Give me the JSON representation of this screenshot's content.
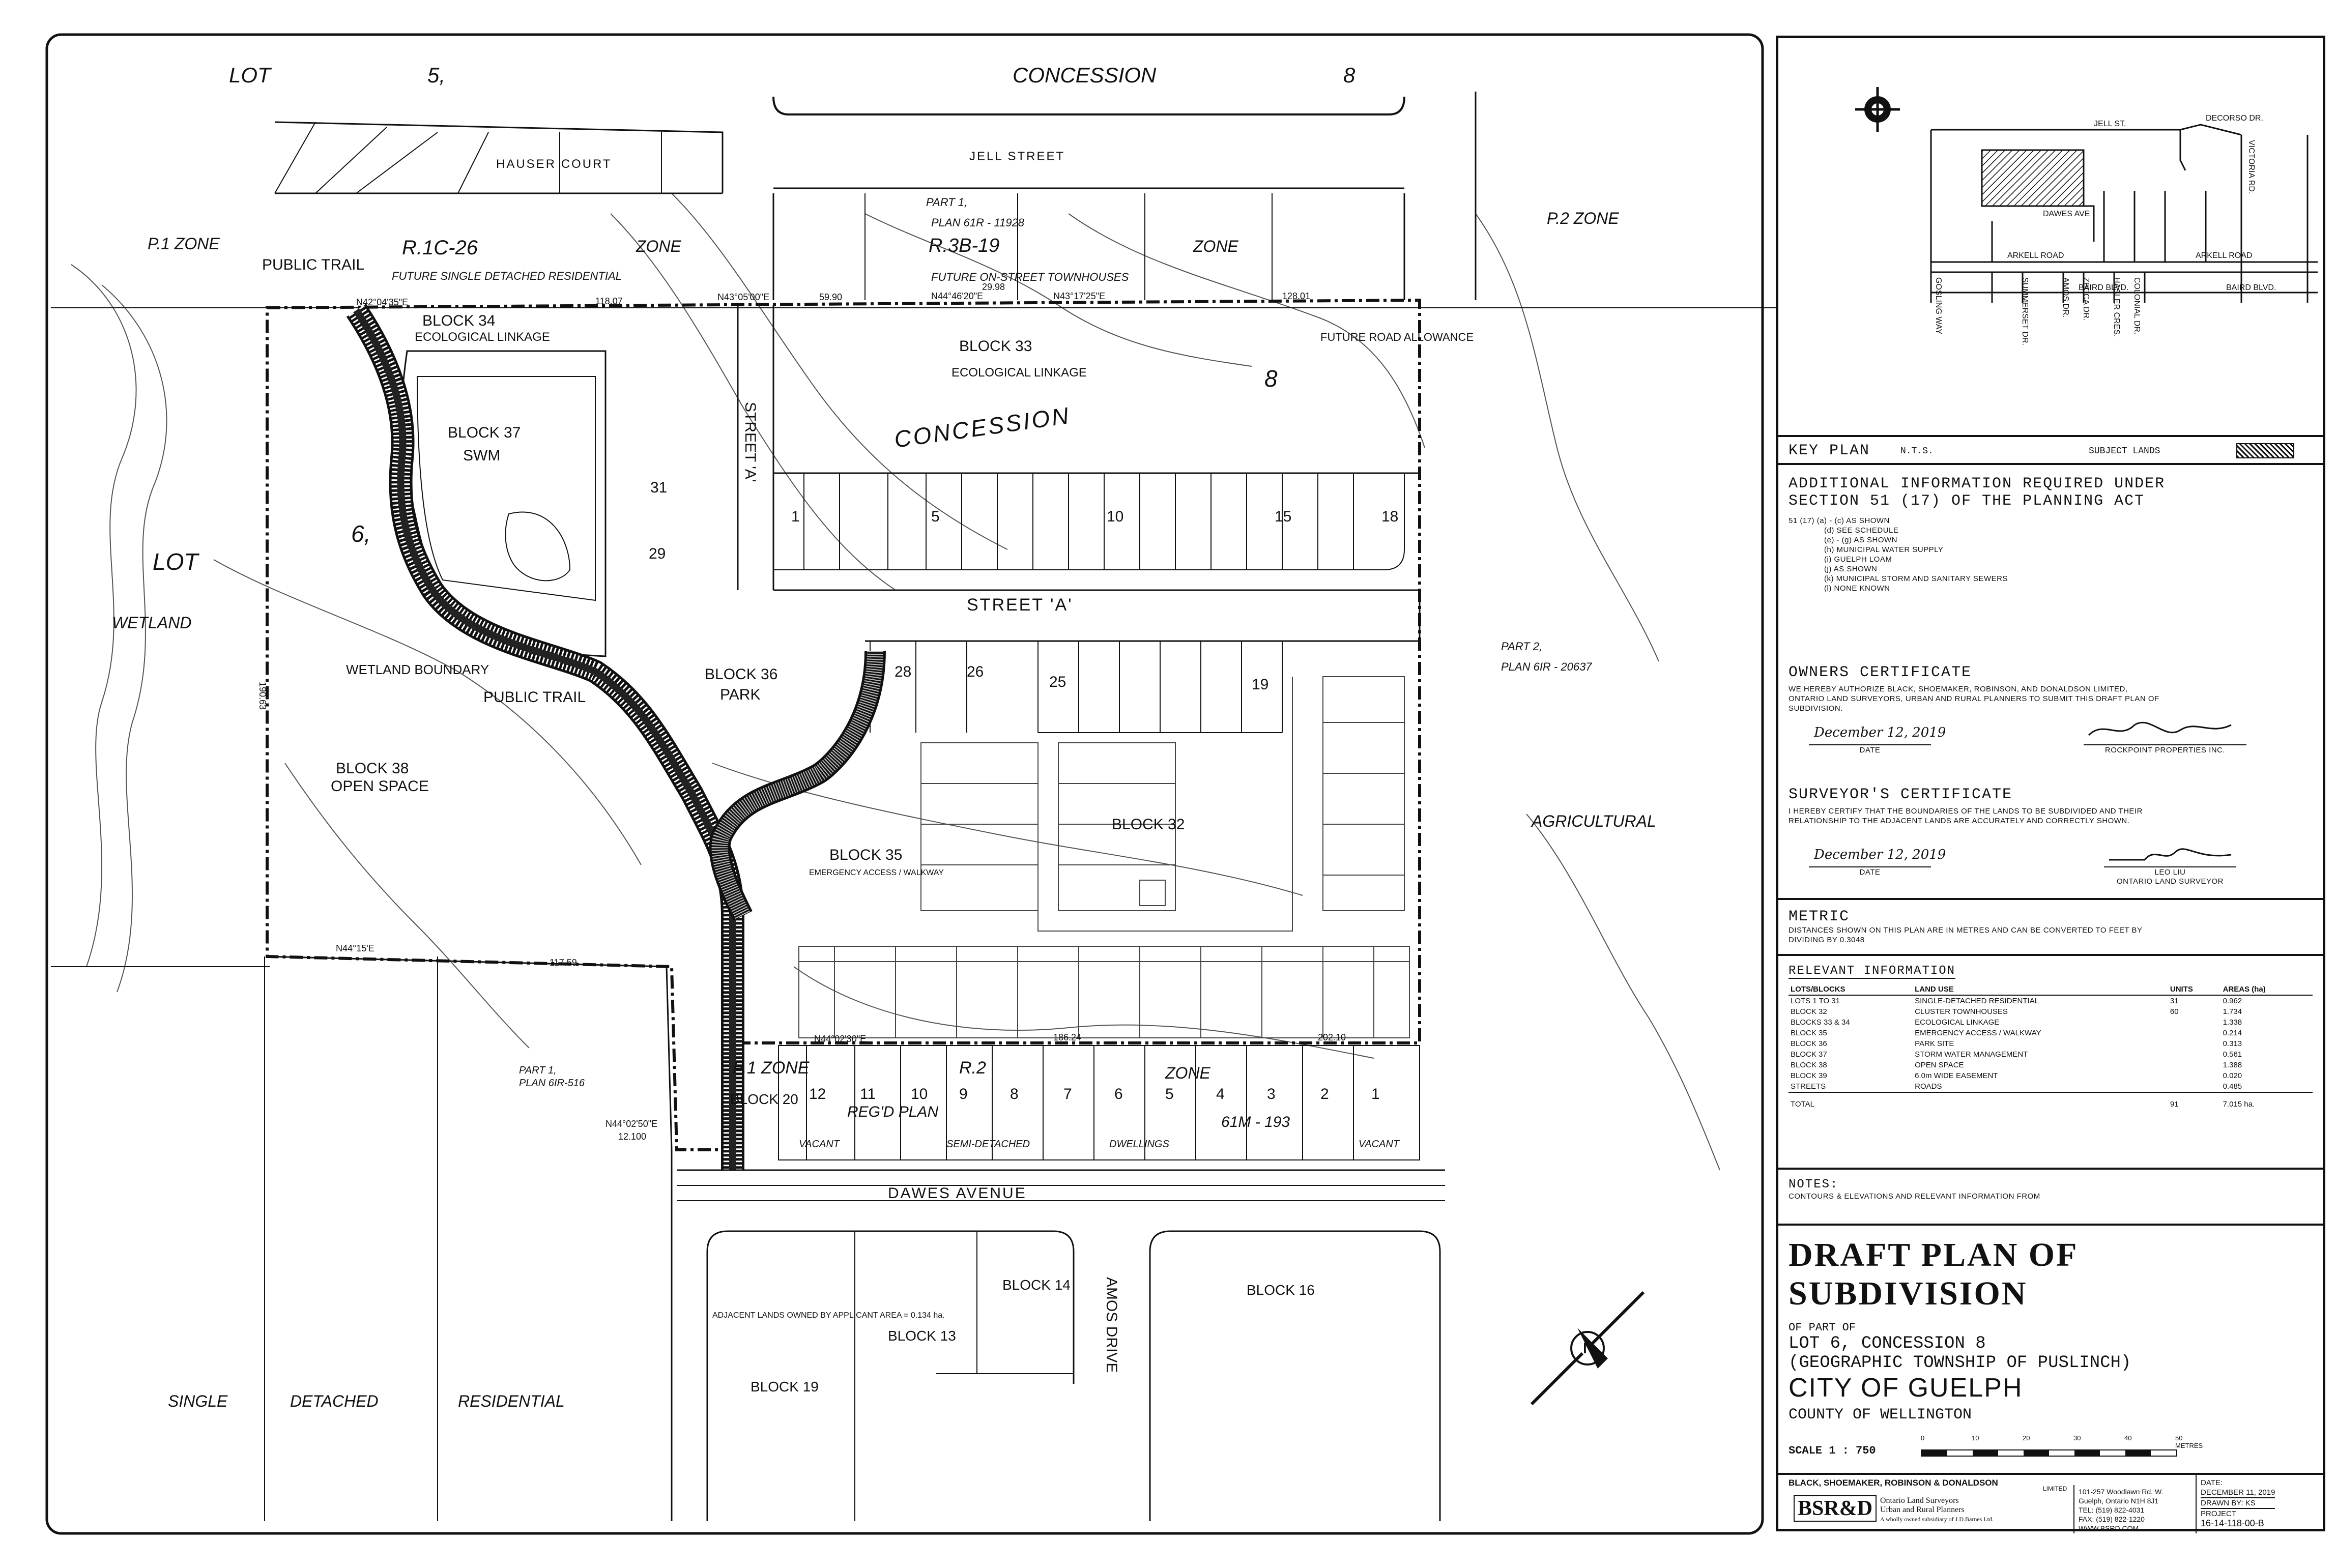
{
  "map": {
    "top_lot": "LOT",
    "top_lot_num": "5,",
    "top_concession": "CONCESSION",
    "top_concession_num": "8",
    "streets": {
      "hauser_court": "HAUSER COURT",
      "jell_street": "JELL STREET",
      "street_a_vertical": "STREET 'A'",
      "street_a": "STREET 'A'",
      "dawes_avenue": "DAWES AVENUE",
      "amos_drive": "AMOS DRIVE"
    },
    "zones": {
      "p1_zone_left": "P.1 ZONE",
      "r1c26": "R.1C-26",
      "zone_1": "ZONE",
      "future_single": "FUTURE SINGLE DETACHED RESIDENTIAL",
      "part_1_top": "PART 1,",
      "plan_61r_11928": "PLAN 61R - 11928",
      "r3b19": "R.3B-19",
      "zone_2": "ZONE",
      "future_townhouses": "FUTURE ON-STREET TOWNHOUSES",
      "p2_zone": "P.2 ZONE",
      "agricultural": "AGRICULTURAL",
      "part_2": "PART 2,",
      "plan_6ir_20637": "PLAN 6IR - 20637",
      "p1_zone_bottom": "P.1 ZONE",
      "r2": "R.2",
      "zone_3": "ZONE",
      "regd_plan": "REG'D PLAN",
      "plan_61m_193": "61M - 193",
      "vacant_1": "VACANT",
      "semi_detached": "SEMI-DETACHED",
      "dwellings": "DWELLINGS",
      "vacant_2": "VACANT",
      "part_1_left": "PART 1,",
      "plan_6ir_516": "PLAN 6IR-516",
      "single": "SINGLE",
      "detached": "DETACHED",
      "residential": "RESIDENTIAL",
      "lot_left": "LOT",
      "lot_6": "6,",
      "concession_mid": "CONCESSION",
      "concession_8": "8",
      "wetland": "WETLAND",
      "wetland_boundary": "WETLAND BOUNDARY"
    },
    "blocks": {
      "block34": "BLOCK 34",
      "block34_sub": "ECOLOGICAL LINKAGE",
      "block33": "BLOCK 33",
      "block33_sub": "ECOLOGICAL LINKAGE",
      "block37": "BLOCK 37",
      "block37_sub": "SWM",
      "block36": "BLOCK 36",
      "block36_sub": "PARK",
      "block38": "BLOCK 38",
      "block38_sub": "OPEN SPACE",
      "block35": "BLOCK 35",
      "block35_sub": "EMERGENCY ACCESS / WALKWAY",
      "block32": "BLOCK 32",
      "block20": "BLOCK 20",
      "block13": "BLOCK 13",
      "block14": "BLOCK 14",
      "block16": "BLOCK 16",
      "block19": "BLOCK 19",
      "public_trail_1": "PUBLIC TRAIL",
      "public_trail_2": "PUBLIC TRAIL",
      "future_road": "FUTURE ROAD ALLOWANCE",
      "adjacent_lands": "ADJACENT LANDS OWNED BY APPLICANT AREA = 0.134 ha."
    },
    "lots_north": [
      "1",
      "5",
      "10",
      "15",
      "18"
    ],
    "lots_other": [
      "31",
      "29",
      "28",
      "26",
      "25",
      "19"
    ],
    "lots_bottom": [
      "12",
      "11",
      "10",
      "9",
      "8",
      "7",
      "6",
      "5",
      "4",
      "3",
      "2",
      "1"
    ],
    "bearings": {
      "b1": "N42°04'35\"E",
      "b2": "N43°05'00\"E",
      "b3": "N44°46'20\"E",
      "b4": "N43°17'25\"E",
      "b5": "N44°15'E",
      "b6": "N44°02'30\"E",
      "b7": "N44°02'50\"E",
      "d1": "118.07",
      "d2": "59.90",
      "d3": "29.98",
      "d4": "128.01",
      "d5": "117.59",
      "d6": "186.24",
      "d7": "202.10",
      "d8": "12.100",
      "d9": "190.63"
    }
  },
  "key_plan": {
    "streets": [
      "JELL ST.",
      "DECORSO DR.",
      "DAWES AVE",
      "ARKELL ROAD",
      "ARKELL ROAD",
      "BAIRD BLVD.",
      "BAIRD BLVD.",
      "VICTORIA RD.",
      "GOSLING WAY",
      "SUMMERSET DR.",
      "AMOS DR.",
      "HASLER CRES.",
      "COLONIAL DR.",
      "ZECCA DR."
    ],
    "label": "KEY PLAN",
    "nts": "N.T.S.",
    "subject_lands": "SUBJECT LANDS"
  },
  "additional_info": {
    "heading1": "ADDITIONAL INFORMATION REQUIRED UNDER",
    "heading2": "SECTION 51 (17) OF THE PLANNING ACT",
    "items": [
      "51 (17)  (a) - (c) AS SHOWN",
      "(d)  SEE SCHEDULE",
      "(e) - (g) AS SHOWN",
      "(h)  MUNICIPAL WATER SUPPLY",
      "(i)  GUELPH LOAM",
      "(j)  AS SHOWN",
      "(k)  MUNICIPAL STORM AND SANITARY SEWERS",
      "(l)  NONE KNOWN"
    ]
  },
  "owners": {
    "heading": "OWNERS CERTIFICATE",
    "text": "WE HEREBY AUTHORIZE BLACK, SHOEMAKER, ROBINSON, AND DONALDSON LIMITED, ONTARIO LAND SURVEYORS, URBAN AND RURAL PLANNERS TO SUBMIT THIS DRAFT PLAN OF SUBDIVISION.",
    "date_handwritten": "December 12, 2019",
    "date_label": "DATE",
    "company": "ROCKPOINT PROPERTIES INC."
  },
  "surveyor": {
    "heading": "SURVEYOR'S CERTIFICATE",
    "text": "I HEREBY CERTIFY THAT THE BOUNDARIES OF THE LANDS TO BE SUBDIVIDED AND THEIR RELATIONSHIP TO THE ADJACENT LANDS ARE ACCURATELY AND CORRECTLY SHOWN.",
    "date_handwritten": "December 12, 2019",
    "date_label": "DATE",
    "name": "LEO LIU",
    "title": "ONTARIO LAND SURVEYOR"
  },
  "metric": {
    "heading": "METRIC",
    "text": "DISTANCES SHOWN ON THIS PLAN ARE IN METRES AND CAN BE CONVERTED TO FEET BY DIVIDING BY 0.3048"
  },
  "relevant": {
    "heading": "RELEVANT INFORMATION",
    "columns": [
      "LOTS/BLOCKS",
      "LAND USE",
      "UNITS",
      "AREAS (ha)"
    ],
    "rows": [
      [
        "LOTS 1 TO 31",
        "SINGLE-DETACHED RESIDENTIAL",
        "31",
        "0.962"
      ],
      [
        "BLOCK 32",
        "CLUSTER TOWNHOUSES",
        "60",
        "1.734"
      ],
      [
        "BLOCKS 33 & 34",
        "ECOLOGICAL LINKAGE",
        "",
        "1.338"
      ],
      [
        "BLOCK 35",
        "EMERGENCY ACCESS / WALKWAY",
        "",
        "0.214"
      ],
      [
        "BLOCK 36",
        "PARK SITE",
        "",
        "0.313"
      ],
      [
        "BLOCK 37",
        "STORM WATER MANAGEMENT",
        "",
        "0.561"
      ],
      [
        "BLOCK 38",
        "OPEN SPACE",
        "",
        "1.388"
      ],
      [
        "BLOCK 39",
        "6.0m WIDE EASEMENT",
        "",
        "0.020"
      ],
      [
        "STREETS",
        "ROADS",
        "",
        "0.485"
      ]
    ],
    "total_label": "TOTAL",
    "total_units": "91",
    "total_area": "7.015 ha."
  },
  "notes": {
    "heading": "NOTES:",
    "text": "CONTOURS & ELEVATIONS AND RELEVANT INFORMATION FROM"
  },
  "title_block": {
    "title": "DRAFT PLAN OF SUBDIVISION",
    "of_part_of": "OF PART OF",
    "lot": "LOT 6, CONCESSION 8",
    "township": "(GEOGRAPHIC TOWNSHIP OF PUSLINCH)",
    "city": "CITY OF GUELPH",
    "county": "COUNTY OF WELLINGTON",
    "scale": "SCALE  1 : 750",
    "scale_ticks": [
      "0",
      "10",
      "20",
      "30",
      "40",
      "50 METRES"
    ]
  },
  "firm": {
    "name": "BLACK, SHOEMAKER, ROBINSON & DONALDSON",
    "limited": "LIMITED",
    "logo": "BSR&D",
    "line1": "Ontario Land Surveyors",
    "line2": "Urban and Rural Planners",
    "line3": "A wholly owned subsidiary of J.D.Barnes Ltd.",
    "address1": "101-257 Woodlawn Rd. W.",
    "address2": "Guelph, Ontario  N1H 8J1",
    "tel": "TEL: (519) 822-4031",
    "fax": "FAX: (519) 822-1220",
    "web": "WWW.BSRD.COM",
    "date_label": "DATE:",
    "date": "DECEMBER 11, 2019",
    "drawn_by": "DRAWN BY:  KS",
    "project_label": "PROJECT",
    "project": "16-14-118-00-B"
  }
}
